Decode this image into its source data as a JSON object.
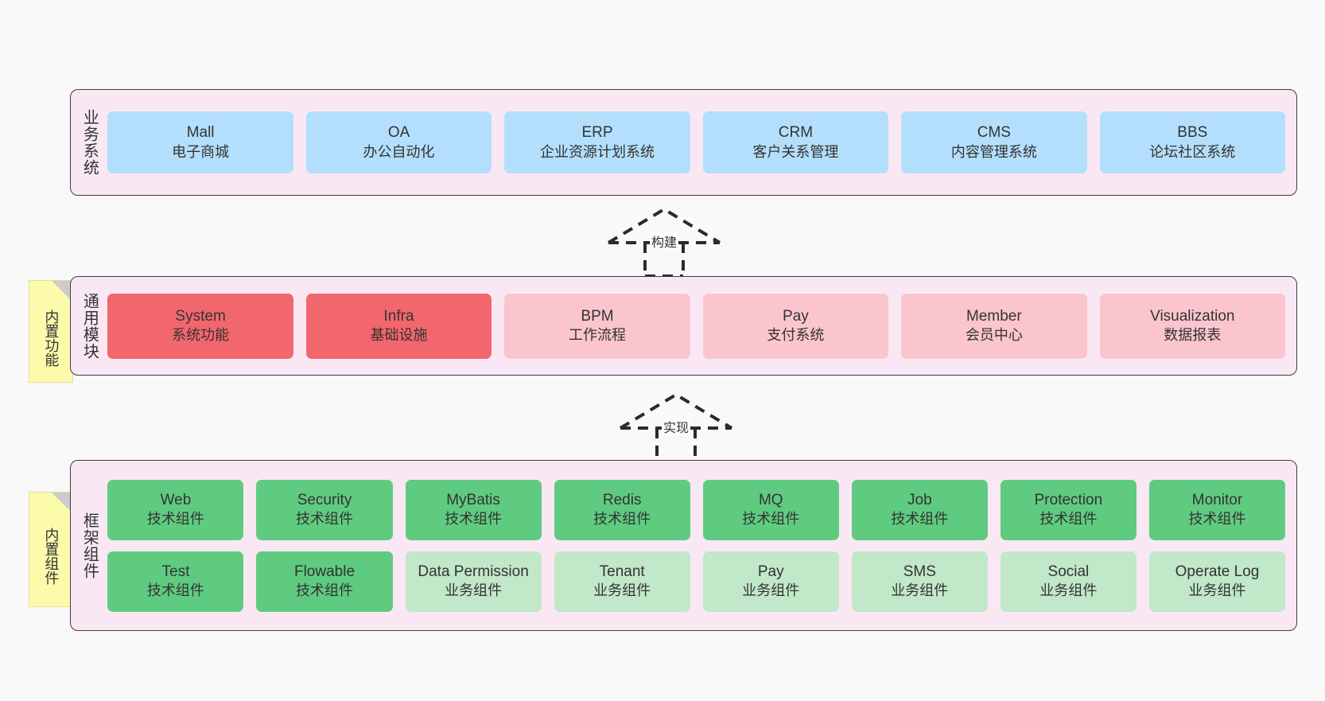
{
  "diagram": {
    "background_color": "#f9f9f9",
    "layers": [
      {
        "name": "business-systems",
        "label": "业务系统",
        "rows": [
          {
            "cards": [
              {
                "title": "Mall",
                "subtitle": "电子商城",
                "color": "#b3dffc",
                "style": "c-blue"
              },
              {
                "title": "OA",
                "subtitle": "办公自动化",
                "color": "#b3dffc",
                "style": "c-blue"
              },
              {
                "title": "ERP",
                "subtitle": "企业资源计划系统",
                "color": "#b3dffc",
                "style": "c-blue"
              },
              {
                "title": "CRM",
                "subtitle": "客户关系管理",
                "color": "#b3dffc",
                "style": "c-blue"
              },
              {
                "title": "CMS",
                "subtitle": "内容管理系统",
                "color": "#b3dffc",
                "style": "c-blue"
              },
              {
                "title": "BBS",
                "subtitle": "论坛社区系统",
                "color": "#b3dffc",
                "style": "c-blue"
              }
            ]
          }
        ]
      },
      {
        "name": "common-modules",
        "label": "通用模块",
        "note": "内置功能",
        "rows": [
          {
            "cards": [
              {
                "title": "System",
                "subtitle": "系统功能",
                "color": "#f2666d",
                "style": "c-red"
              },
              {
                "title": "Infra",
                "subtitle": "基础设施",
                "color": "#f2666d",
                "style": "c-red"
              },
              {
                "title": "BPM",
                "subtitle": "工作流程",
                "color": "#fbc5ce",
                "style": "c-pink"
              },
              {
                "title": "Pay",
                "subtitle": "支付系统",
                "color": "#fbc5ce",
                "style": "c-pink"
              },
              {
                "title": "Member",
                "subtitle": "会员中心",
                "color": "#fbc5ce",
                "style": "c-pink"
              },
              {
                "title": "Visualization",
                "subtitle": "数据报表",
                "color": "#fbc5ce",
                "style": "c-pink"
              }
            ]
          }
        ]
      },
      {
        "name": "framework-components",
        "label": "框架组件",
        "note": "内置组件",
        "rows": [
          {
            "cards": [
              {
                "title": "Web",
                "subtitle": "技术组件",
                "color": "#5fcb80",
                "style": "c-green"
              },
              {
                "title": "Security",
                "subtitle": "技术组件",
                "color": "#5fcb80",
                "style": "c-green"
              },
              {
                "title": "MyBatis",
                "subtitle": "技术组件",
                "color": "#5fcb80",
                "style": "c-green"
              },
              {
                "title": "Redis",
                "subtitle": "技术组件",
                "color": "#5fcb80",
                "style": "c-green"
              },
              {
                "title": "MQ",
                "subtitle": "技术组件",
                "color": "#5fcb80",
                "style": "c-green"
              },
              {
                "title": "Job",
                "subtitle": "技术组件",
                "color": "#5fcb80",
                "style": "c-green"
              },
              {
                "title": "Protection",
                "subtitle": "技术组件",
                "color": "#5fcb80",
                "style": "c-green"
              },
              {
                "title": "Monitor",
                "subtitle": "技术组件",
                "color": "#5fcb80",
                "style": "c-green"
              }
            ]
          },
          {
            "cards": [
              {
                "title": "Test",
                "subtitle": "技术组件",
                "color": "#5fcb80",
                "style": "c-green"
              },
              {
                "title": "Flowable",
                "subtitle": "技术组件",
                "color": "#5fcb80",
                "style": "c-green"
              },
              {
                "title": "Data Permission",
                "subtitle": "业务组件",
                "color": "#c1e8c8",
                "style": "c-greenlite"
              },
              {
                "title": "Tenant",
                "subtitle": "业务组件",
                "color": "#c1e8c8",
                "style": "c-greenlite"
              },
              {
                "title": "Pay",
                "subtitle": "业务组件",
                "color": "#c1e8c8",
                "style": "c-greenlite"
              },
              {
                "title": "SMS",
                "subtitle": "业务组件",
                "color": "#c1e8c8",
                "style": "c-greenlite"
              },
              {
                "title": "Social",
                "subtitle": "业务组件",
                "color": "#c1e8c8",
                "style": "c-greenlite"
              },
              {
                "title": "Operate Log",
                "subtitle": "业务组件",
                "color": "#c1e8c8",
                "style": "c-greenlite"
              }
            ]
          }
        ]
      }
    ],
    "connectors": [
      {
        "name": "build-connector",
        "label": "构建",
        "icon": "dashed-hollow-arrow-up"
      },
      {
        "name": "implement-connector",
        "label": "实现",
        "icon": "dashed-hollow-arrow-up"
      }
    ]
  }
}
